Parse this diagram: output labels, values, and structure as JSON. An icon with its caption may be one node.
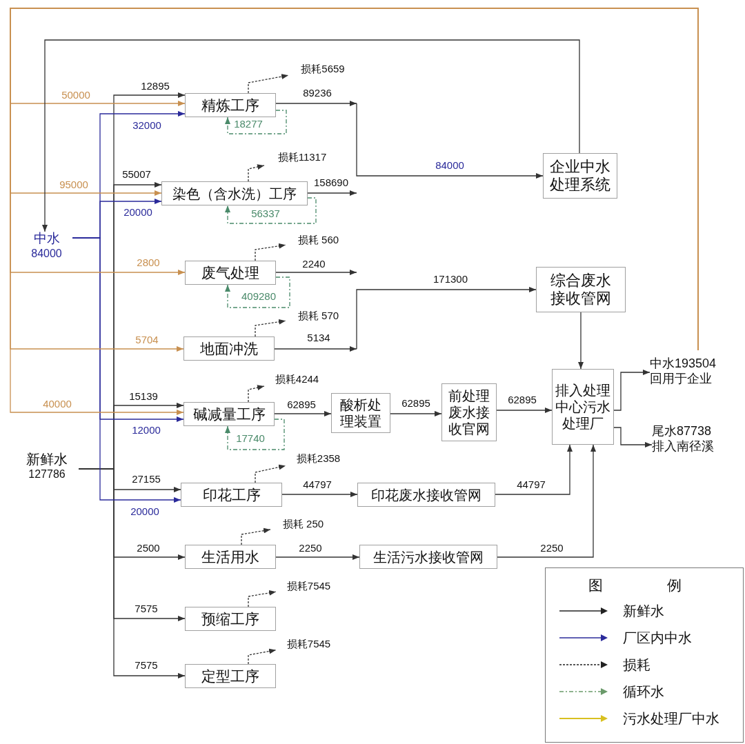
{
  "diagram": {
    "nodes": [
      {
        "text": [
          "新鲜水",
          "127786"
        ]
      },
      {
        "text": [
          "中水",
          "84000"
        ]
      },
      {
        "text": [
          "精炼工序"
        ]
      },
      {
        "text": [
          "染色（含水洗）工序"
        ]
      },
      {
        "text": [
          "废气处理"
        ]
      },
      {
        "text": [
          "地面冲洗"
        ]
      },
      {
        "text": [
          "碱减量工序"
        ]
      },
      {
        "text": [
          "印花工序"
        ]
      },
      {
        "text": [
          "生活用水"
        ]
      },
      {
        "text": [
          "预缩工序"
        ]
      },
      {
        "text": [
          "定型工序"
        ]
      },
      {
        "text": [
          "企业中水处理系统"
        ]
      },
      {
        "text": [
          "综合废水接收管网"
        ]
      },
      {
        "text": [
          "酸析处理装置"
        ]
      },
      {
        "text": [
          "前处理废水接收官网"
        ]
      },
      {
        "text": [
          "印花废水接收管网"
        ]
      },
      {
        "text": [
          "生活污水接收管网"
        ]
      },
      {
        "text": [
          "排入处理中心污水处理厂"
        ]
      },
      {
        "text": [
          "中水193504回用于企业"
        ]
      },
      {
        "text": [
          "尾水87738排入南径溪"
        ]
      },
      {
        "text": [
          "损耗5659"
        ]
      },
      {
        "text": [
          "损耗11317"
        ]
      },
      {
        "text": [
          "损耗 560"
        ]
      },
      {
        "text": [
          "损耗 570"
        ]
      },
      {
        "text": [
          "损耗4244"
        ]
      },
      {
        "text": [
          "损耗2358"
        ]
      },
      {
        "text": [
          "损耗 250"
        ]
      },
      {
        "text": [
          "损耗7545"
        ]
      },
      {
        "text": [
          "损耗7545"
        ]
      }
    ],
    "edges": [
      {
        "from": 0,
        "to": 2,
        "arrow": "to",
        "label": "12895"
      },
      {
        "from": 0,
        "to": 3,
        "arrow": "to",
        "label": "55007"
      },
      {
        "from": 0,
        "to": 6,
        "arrow": "to",
        "label": "15139"
      },
      {
        "from": 0,
        "to": 7,
        "arrow": "to",
        "label": "27155"
      },
      {
        "from": 0,
        "to": 8,
        "arrow": "to",
        "label": "2500"
      },
      {
        "from": 0,
        "to": 9,
        "arrow": "to",
        "label": "7575"
      },
      {
        "from": 0,
        "to": 10,
        "arrow": "to",
        "label": "7575"
      },
      {
        "from": 1,
        "to": 2,
        "arrow": "to",
        "label": "32000",
        "color": "#2a2a9a"
      },
      {
        "from": 1,
        "to": 3,
        "arrow": "to",
        "label": "20000",
        "color": "#2a2a9a"
      },
      {
        "from": 1,
        "to": 6,
        "arrow": "to",
        "label": "12000",
        "color": "#2a2a9a"
      },
      {
        "from": 1,
        "to": 7,
        "arrow": "to",
        "label": "20000",
        "color": "#2a2a9a"
      },
      {
        "from": 18,
        "to": 2,
        "arrow": "to",
        "label": "50000",
        "color": "#c89050"
      },
      {
        "from": 18,
        "to": 3,
        "arrow": "to",
        "label": "95000",
        "color": "#c89050"
      },
      {
        "from": 18,
        "to": 4,
        "arrow": "to",
        "label": "2800",
        "color": "#c89050"
      },
      {
        "from": 18,
        "to": 5,
        "arrow": "to",
        "label": "5704",
        "color": "#c89050"
      },
      {
        "from": 18,
        "to": 6,
        "arrow": "to",
        "label": "40000",
        "color": "#c89050"
      },
      {
        "from": 11,
        "to": 1,
        "arrow": "to"
      },
      {
        "from": 2,
        "to": null,
        "arrow": "to",
        "label": "89236"
      },
      {
        "from": 3,
        "to": null,
        "arrow": "to",
        "label": "158690"
      },
      {
        "from": 4,
        "to": null,
        "arrow": "to",
        "label": "2240"
      },
      {
        "from": 5,
        "to": null,
        "arrow": "to",
        "label": "5134"
      },
      {
        "from": null,
        "to": 11,
        "arrow": "to",
        "label": "84000"
      },
      {
        "from": null,
        "to": 12,
        "arrow": "to",
        "label": "171300"
      },
      {
        "from": 6,
        "to": 13,
        "arrow": "to",
        "label": "62895"
      },
      {
        "from": 13,
        "to": 14,
        "arrow": "to",
        "label": "62895"
      },
      {
        "from": 14,
        "to": 17,
        "arrow": "to",
        "label": "62895"
      },
      {
        "from": 7,
        "to": 15,
        "arrow": "to",
        "label": "44797"
      },
      {
        "from": 15,
        "to": 17,
        "arrow": "to",
        "label": "44797"
      },
      {
        "from": 8,
        "to": 16,
        "arrow": "to",
        "label": "2250"
      },
      {
        "from": 16,
        "to": 17,
        "arrow": "to",
        "label": "2250"
      },
      {
        "from": 12,
        "to": 17,
        "arrow": "to"
      },
      {
        "from": 17,
        "to": 18,
        "arrow": "to"
      },
      {
        "from": 17,
        "to": 19,
        "arrow": "to"
      },
      {
        "from": 2,
        "to": 20,
        "arrow": "to",
        "style": "dashed"
      },
      {
        "from": 3,
        "to": 21,
        "arrow": "to",
        "style": "dashed"
      },
      {
        "from": 4,
        "to": 22,
        "arrow": "to",
        "style": "dashed"
      },
      {
        "from": 5,
        "to": 23,
        "arrow": "to",
        "style": "dashed"
      },
      {
        "from": 6,
        "to": 24,
        "arrow": "to",
        "style": "dashed"
      },
      {
        "from": 7,
        "to": 25,
        "arrow": "to",
        "style": "dashed"
      },
      {
        "from": 8,
        "to": 26,
        "arrow": "to",
        "style": "dashed"
      },
      {
        "from": 9,
        "to": 27,
        "arrow": "to",
        "style": "dashed"
      },
      {
        "from": 10,
        "to": 28,
        "arrow": "to",
        "style": "dashed"
      },
      {
        "from": 2,
        "to": 2,
        "arrow": "to",
        "label": "18277",
        "style": "dashed",
        "color": "#4a8a6a"
      },
      {
        "from": 3,
        "to": 3,
        "arrow": "to",
        "label": "56337",
        "style": "dashed",
        "color": "#4a8a6a"
      },
      {
        "from": 4,
        "to": 4,
        "arrow": "to",
        "label": "409280",
        "style": "dashed",
        "color": "#4a8a6a"
      },
      {
        "from": 6,
        "to": 6,
        "arrow": "to",
        "label": "17740",
        "style": "dashed",
        "color": "#4a8a6a"
      }
    ],
    "labels": [
      "图",
      "例"
    ],
    "legend": [
      {
        "text": "新鲜水"
      },
      {
        "text": "厂区内中水"
      },
      {
        "text": "损耗"
      },
      {
        "text": "循环水"
      },
      {
        "text": "污水处理厂中水"
      }
    ]
  }
}
